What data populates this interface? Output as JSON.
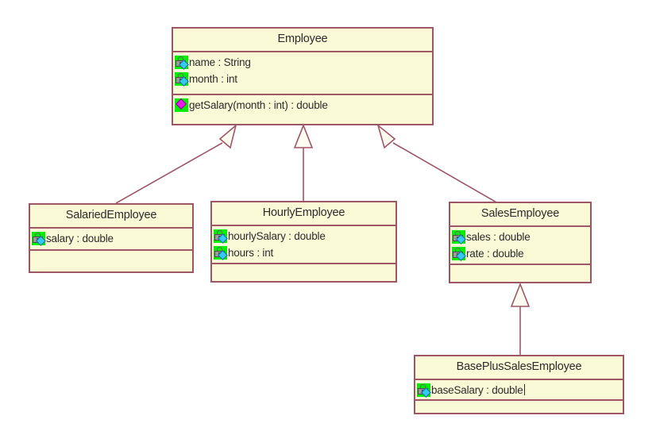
{
  "diagram": {
    "title": "Employee class hierarchy UML diagram",
    "background_color": "#ffffff",
    "box_fill_color": "#fafad7",
    "box_border_color": "#9e5667",
    "edge_color": "#9e5667",
    "attribute_icon_color": "#00ef00",
    "attribute_icon_name": "private-attribute-lock-icon",
    "method_icon_name": "public-method-diamond-icon"
  },
  "classes": [
    {
      "id": "employee",
      "name": "Employee",
      "attributes": [
        {
          "icon": "private-lock-icon",
          "text": "name : String"
        },
        {
          "icon": "private-lock-icon",
          "text": "month : int"
        }
      ],
      "methods": [
        {
          "icon": "method-diamond-icon",
          "text": "getSalary(month : int) : double"
        }
      ]
    },
    {
      "id": "salaried-employee",
      "name": "SalariedEmployee",
      "attributes": [
        {
          "icon": "private-lock-icon",
          "text": "salary : double"
        }
      ],
      "methods": []
    },
    {
      "id": "hourly-employee",
      "name": "HourlyEmployee",
      "attributes": [
        {
          "icon": "private-lock-icon",
          "text": "hourlySalary : double"
        },
        {
          "icon": "private-lock-icon",
          "text": "hours : int"
        }
      ],
      "methods": []
    },
    {
      "id": "sales-employee",
      "name": "SalesEmployee",
      "attributes": [
        {
          "icon": "private-lock-icon",
          "text": "sales : double"
        },
        {
          "icon": "private-lock-icon",
          "text": "rate : double"
        }
      ],
      "methods": []
    },
    {
      "id": "base-plus-sales-employee",
      "name": "BasePlusSalesEmployee",
      "attributes": [
        {
          "icon": "private-lock-icon",
          "text": "baseSalary : double",
          "has_text_cursor": true
        }
      ],
      "methods": []
    }
  ],
  "relationships": [
    {
      "type": "generalization",
      "from": "SalariedEmployee",
      "to": "Employee"
    },
    {
      "type": "generalization",
      "from": "HourlyEmployee",
      "to": "Employee"
    },
    {
      "type": "generalization",
      "from": "SalesEmployee",
      "to": "Employee"
    },
    {
      "type": "generalization",
      "from": "BasePlusSalesEmployee",
      "to": "SalesEmployee"
    }
  ]
}
